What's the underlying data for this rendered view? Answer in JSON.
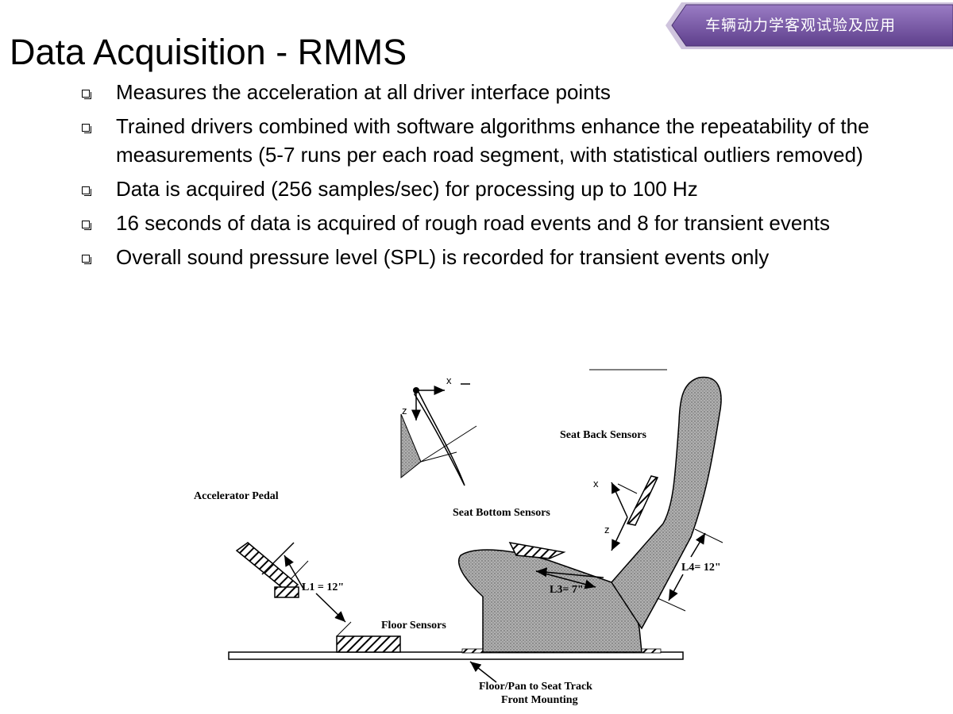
{
  "header": {
    "banner_text": "车辆动力学客观试验及应用"
  },
  "slide": {
    "title": "Data Acquisition - RMMS",
    "bullets": [
      "Measures the acceleration at all driver interface points",
      "Trained drivers combined with software algorithms enhance the repeatability of the measurements (5-7 runs per each road segment, with statistical outliers removed)",
      "Data is acquired (256 samples/sec) for processing up to 100 Hz",
      "16 seconds of data is acquired of rough road events and 8 for transient events",
      "Overall sound pressure level (SPL) is recorded for transient events only"
    ]
  },
  "figure": {
    "labels": {
      "accelerator_pedal": "Accelerator Pedal",
      "l1": "L1 = 12\"",
      "floor_sensors": "Floor Sensors",
      "seat_bottom_sensors": "Seat Bottom Sensors",
      "seat_back_sensors": "Seat Back Sensors",
      "l3": "L3= 7\"",
      "l4": "L4= 12\"",
      "floor_pan_line1": "Floor/Pan to Seat Track",
      "floor_pan_line2": "Front Mounting",
      "axis_x_top": "x",
      "axis_z_top": "z",
      "axis_x_back": "x",
      "axis_z_back": "z"
    }
  },
  "colors": {
    "banner": "#7b5aa6",
    "banner_dark": "#4a3270",
    "seat_fill": "#a8a8a8"
  }
}
